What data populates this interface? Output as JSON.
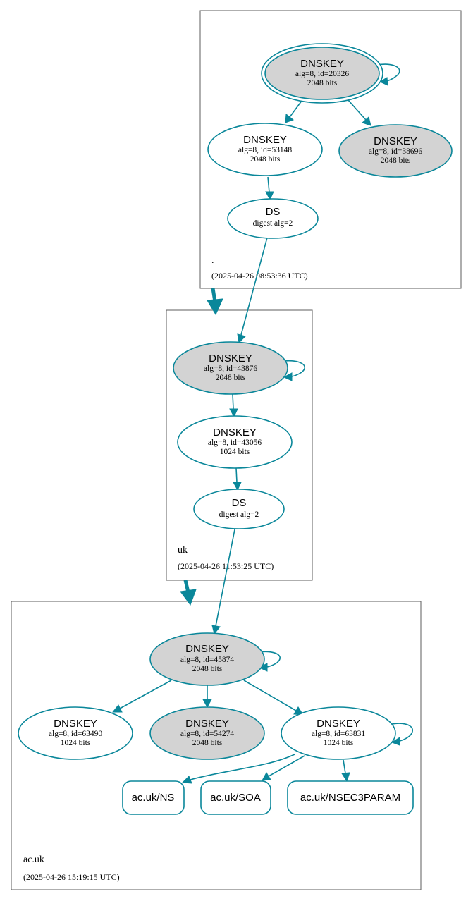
{
  "colors": {
    "edge": "#0a879a",
    "node_border": "#0a879a",
    "node_fill_grey": "#d3d3d3",
    "node_fill_white": "#ffffff",
    "zone_border": "#5c5c5c"
  },
  "zones": [
    {
      "id": "root",
      "name": ".",
      "timestamp": "(2025-04-26 08:53:36 UTC)"
    },
    {
      "id": "uk",
      "name": "uk",
      "timestamp": "(2025-04-26 11:53:25 UTC)"
    },
    {
      "id": "acuk",
      "name": "ac.uk",
      "timestamp": "(2025-04-26 15:19:15 UTC)"
    }
  ],
  "nodes": [
    {
      "id": "root-ksk",
      "zone": "root",
      "type": "DNSKEY",
      "title": "DNSKEY",
      "line1": "alg=8, id=20326",
      "line2": "2048 bits",
      "fill": "grey",
      "trust_anchor": true,
      "self_signed": true
    },
    {
      "id": "root-zsk1",
      "zone": "root",
      "type": "DNSKEY",
      "title": "DNSKEY",
      "line1": "alg=8, id=53148",
      "line2": "2048 bits",
      "fill": "white"
    },
    {
      "id": "root-zsk2",
      "zone": "root",
      "type": "DNSKEY",
      "title": "DNSKEY",
      "line1": "alg=8, id=38696",
      "line2": "2048 bits",
      "fill": "grey"
    },
    {
      "id": "root-ds",
      "zone": "root",
      "type": "DS",
      "title": "DS",
      "line1": "digest alg=2",
      "fill": "white"
    },
    {
      "id": "uk-ksk",
      "zone": "uk",
      "type": "DNSKEY",
      "title": "DNSKEY",
      "line1": "alg=8, id=43876",
      "line2": "2048 bits",
      "fill": "grey",
      "self_signed": true
    },
    {
      "id": "uk-zsk",
      "zone": "uk",
      "type": "DNSKEY",
      "title": "DNSKEY",
      "line1": "alg=8, id=43056",
      "line2": "1024 bits",
      "fill": "white"
    },
    {
      "id": "uk-ds",
      "zone": "uk",
      "type": "DS",
      "title": "DS",
      "line1": "digest alg=2",
      "fill": "white"
    },
    {
      "id": "acuk-ksk",
      "zone": "acuk",
      "type": "DNSKEY",
      "title": "DNSKEY",
      "line1": "alg=8, id=45874",
      "line2": "2048 bits",
      "fill": "grey",
      "self_signed": true
    },
    {
      "id": "acuk-key1",
      "zone": "acuk",
      "type": "DNSKEY",
      "title": "DNSKEY",
      "line1": "alg=8, id=63490",
      "line2": "1024 bits",
      "fill": "white"
    },
    {
      "id": "acuk-key2",
      "zone": "acuk",
      "type": "DNSKEY",
      "title": "DNSKEY",
      "line1": "alg=8, id=54274",
      "line2": "2048 bits",
      "fill": "grey"
    },
    {
      "id": "acuk-key3",
      "zone": "acuk",
      "type": "DNSKEY",
      "title": "DNSKEY",
      "line1": "alg=8, id=63831",
      "line2": "1024 bits",
      "fill": "white",
      "self_signed": true
    },
    {
      "id": "acuk-ns",
      "zone": "acuk",
      "type": "RRset",
      "label": "ac.uk/NS"
    },
    {
      "id": "acuk-soa",
      "zone": "acuk",
      "type": "RRset",
      "label": "ac.uk/SOA"
    },
    {
      "id": "acuk-nsec3param",
      "zone": "acuk",
      "type": "RRset",
      "label": "ac.uk/NSEC3PARAM"
    }
  ],
  "edges": [
    {
      "from": "root-ksk",
      "to": "root-zsk1"
    },
    {
      "from": "root-ksk",
      "to": "root-zsk2"
    },
    {
      "from": "root-zsk1",
      "to": "root-ds"
    },
    {
      "from": "root-ds",
      "to": "uk-ksk"
    },
    {
      "from": "uk-ksk",
      "to": "uk-zsk"
    },
    {
      "from": "uk-zsk",
      "to": "uk-ds"
    },
    {
      "from": "uk-ds",
      "to": "acuk-ksk"
    },
    {
      "from": "acuk-ksk",
      "to": "acuk-key1"
    },
    {
      "from": "acuk-ksk",
      "to": "acuk-key2"
    },
    {
      "from": "acuk-ksk",
      "to": "acuk-key3"
    },
    {
      "from": "acuk-key3",
      "to": "acuk-ns"
    },
    {
      "from": "acuk-key3",
      "to": "acuk-soa"
    },
    {
      "from": "acuk-key3",
      "to": "acuk-nsec3param"
    }
  ],
  "delegations": [
    {
      "from": "root",
      "to": "uk"
    },
    {
      "from": "uk",
      "to": "acuk"
    }
  ]
}
